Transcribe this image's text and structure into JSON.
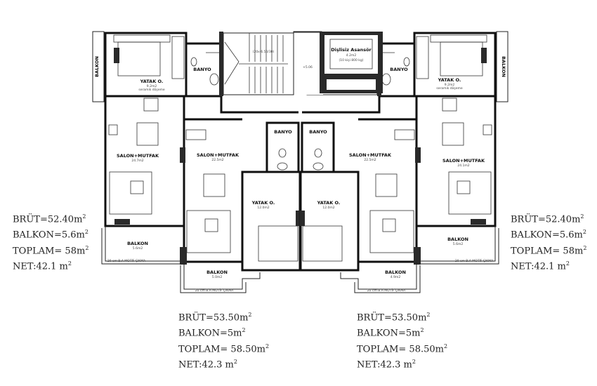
{
  "floor_finish": "seramik döşeme",
  "rooms": {
    "bedroom_left": {
      "label": "YATAK O.",
      "area": "9.2m2"
    },
    "bath_left": {
      "label": "BANYO"
    },
    "salon_left": {
      "label": "SALON+MUTFAK",
      "area": "24.7m2"
    },
    "balkon_left": {
      "label": "BALKON",
      "area": "5.6m2"
    },
    "side_balkon_left": {
      "label": "BALKON"
    },
    "salon_inner_left": {
      "label": "SALON+MUTFAK",
      "area": "22.5m2"
    },
    "bath_inner_left": {
      "label": "BANYO"
    },
    "bedroom_inner_left": {
      "label": "YATAK O.",
      "area": "12.0m2"
    },
    "balkon_inner_left": {
      "label": "BALKON",
      "area": "5.0m2"
    },
    "bedroom_inner_right": {
      "label": "YATAK O.",
      "area": "12.0m2"
    },
    "bath_inner_right": {
      "label": "BANYO"
    },
    "salon_inner_right": {
      "label": "SALON+MUTFAK",
      "area": "22.5m2"
    },
    "balkon_inner_right": {
      "label": "BALKON",
      "area": "4.9m2"
    },
    "salon_right": {
      "label": "SALON+MUTFAK",
      "area": "24.1m2"
    },
    "balkon_right": {
      "label": "BALKON",
      "area": "5.6m2"
    },
    "side_balkon_right": {
      "label": "BALKON"
    },
    "bath_right": {
      "label": "BANYO"
    },
    "bedroom_right": {
      "label": "YATAK O.",
      "area": "9.2m2"
    }
  },
  "core": {
    "stairs": "(20x 6.50/30)",
    "elevator_title": "Dişlisiz Asansör",
    "elevator_area": "4.2m2",
    "elevator_capacity": "(10 kişi 800 kg)",
    "level": "+5.06"
  },
  "motif": "20 cm B.A MOTİF ÇIKMA",
  "summaries": [
    {
      "brut": "BRÜT=52.40m",
      "balkon": "BALKON=5.6m",
      "toplam": "TOPLAM= 58m",
      "net": "NET:42.1 m",
      "sup": "2"
    },
    {
      "brut": "BRÜT=53.50m",
      "balkon": "BALKON=5m",
      "toplam": "TOPLAM= 58.50m",
      "net": "NET:42.3 m",
      "sup": "2"
    },
    {
      "brut": "BRÜT=53.50m",
      "balkon": "BALKON=5m",
      "toplam": "TOPLAM= 58.50m",
      "net": "NET:42.3 m",
      "sup": "2"
    },
    {
      "brut": "BRÜT=52.40m",
      "balkon": "BALKON=5.6m",
      "toplam": "TOPLAM= 58m",
      "net": "NET:42.1 m",
      "sup": "2"
    }
  ]
}
